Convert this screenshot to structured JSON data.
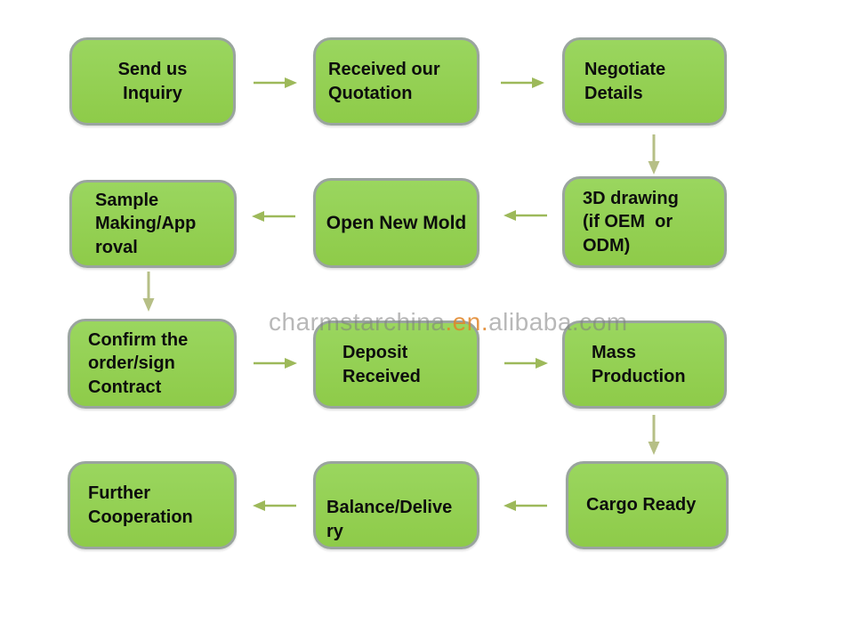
{
  "diagram_title": "",
  "colors": {
    "box_fill": "#92d050",
    "box_border": "#9aa49f",
    "box_text": "#0d0d0d",
    "arrow_horizontal": "#9db95a",
    "arrow_vertical": "#b6bf86",
    "watermark_gray": "#b3b3b3",
    "watermark_orange": "#e0852f",
    "background": "#ffffff"
  },
  "watermark": {
    "prefix": "charmstarchina",
    "highlight": ".en.",
    "suffix": "alibaba.com"
  },
  "nodes": [
    {
      "id": "send-us-inquiry",
      "label": "Send us\nInquiry"
    },
    {
      "id": "received-our-quotation",
      "label": "Received our\nQuotation"
    },
    {
      "id": "negotiate-details",
      "label": "Negotiate\nDetails"
    },
    {
      "id": "3d-drawing",
      "label": "3D drawing\n(if OEM  or\nODM)"
    },
    {
      "id": "open-new-mold",
      "label": "Open New Mold"
    },
    {
      "id": "sample-making-approval",
      "label": "Sample\nMaking/App\nroval"
    },
    {
      "id": "confirm-order-sign-contract",
      "label": "Confirm the\norder/sign\nContract"
    },
    {
      "id": "deposit-received",
      "label": "Deposit\nReceived"
    },
    {
      "id": "mass-production",
      "label": "Mass\nProduction"
    },
    {
      "id": "further-cooperation",
      "label": "Further\nCooperation"
    },
    {
      "id": "balance-delivery",
      "label": "Balance/Delive\nry"
    },
    {
      "id": "cargo-ready",
      "label": "Cargo Ready"
    }
  ],
  "flow": [
    {
      "from": "send-us-inquiry",
      "to": "received-our-quotation",
      "direction": "right"
    },
    {
      "from": "received-our-quotation",
      "to": "negotiate-details",
      "direction": "right"
    },
    {
      "from": "negotiate-details",
      "to": "3d-drawing",
      "direction": "down"
    },
    {
      "from": "3d-drawing",
      "to": "open-new-mold",
      "direction": "left"
    },
    {
      "from": "open-new-mold",
      "to": "sample-making-approval",
      "direction": "left"
    },
    {
      "from": "sample-making-approval",
      "to": "confirm-order-sign-contract",
      "direction": "down"
    },
    {
      "from": "confirm-order-sign-contract",
      "to": "deposit-received",
      "direction": "right"
    },
    {
      "from": "deposit-received",
      "to": "mass-production",
      "direction": "right"
    },
    {
      "from": "mass-production",
      "to": "cargo-ready",
      "direction": "down"
    },
    {
      "from": "cargo-ready",
      "to": "balance-delivery",
      "direction": "left"
    },
    {
      "from": "balance-delivery",
      "to": "further-cooperation",
      "direction": "left"
    }
  ]
}
